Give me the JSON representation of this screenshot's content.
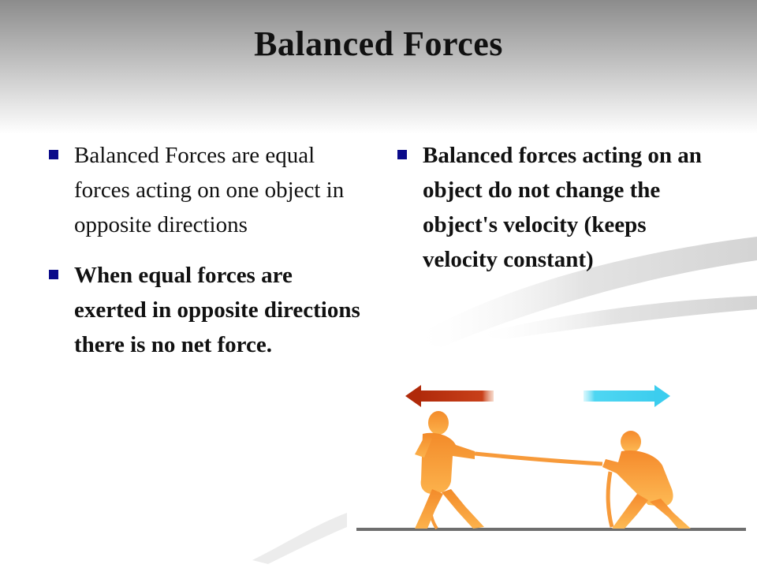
{
  "slide": {
    "title": "Balanced Forces",
    "left_bullets": [
      "Balanced Forces are equal forces acting on one object in opposite directions",
      "When equal forces are exerted in opposite directions there is no net force."
    ],
    "right_bullets": [
      "Balanced forces acting on an object do not change the object's velocity (keeps velocity constant)"
    ]
  },
  "colors": {
    "bullet": "#0b0b8a",
    "arrow_left": "#b02a0a",
    "arrow_right": "#4fd6f2",
    "figure_light": "#fbb14a",
    "figure_dark": "#ef7f22",
    "ground": "#6e6e6e"
  },
  "icons": {
    "bullet": "square-bullet-icon",
    "arrow_left": "arrow-left-icon",
    "arrow_right": "arrow-right-icon",
    "figures": "tug-of-war-illustration"
  }
}
